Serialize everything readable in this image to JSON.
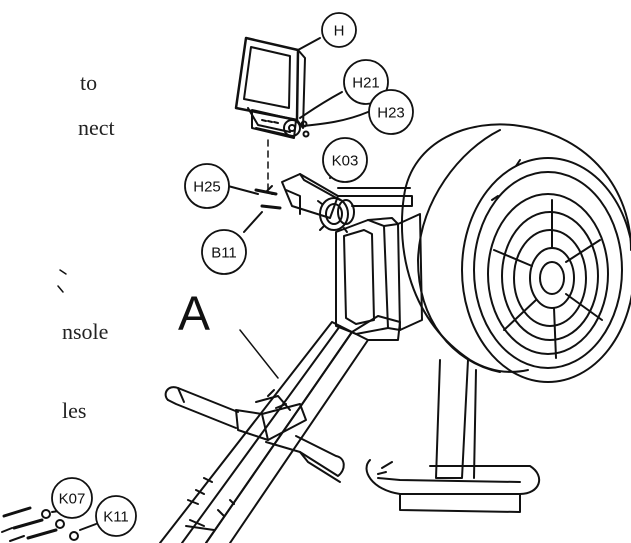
{
  "text_fragments": [
    "to",
    "nect",
    "nsole",
    "les"
  ],
  "part_labels": [
    "H",
    "H21",
    "H23",
    "K03",
    "H25",
    "B11",
    "K07",
    "K11"
  ],
  "assembly_label": "A",
  "colors": {
    "ink": "#111111",
    "text": "#222222",
    "background": "#ffffff"
  }
}
